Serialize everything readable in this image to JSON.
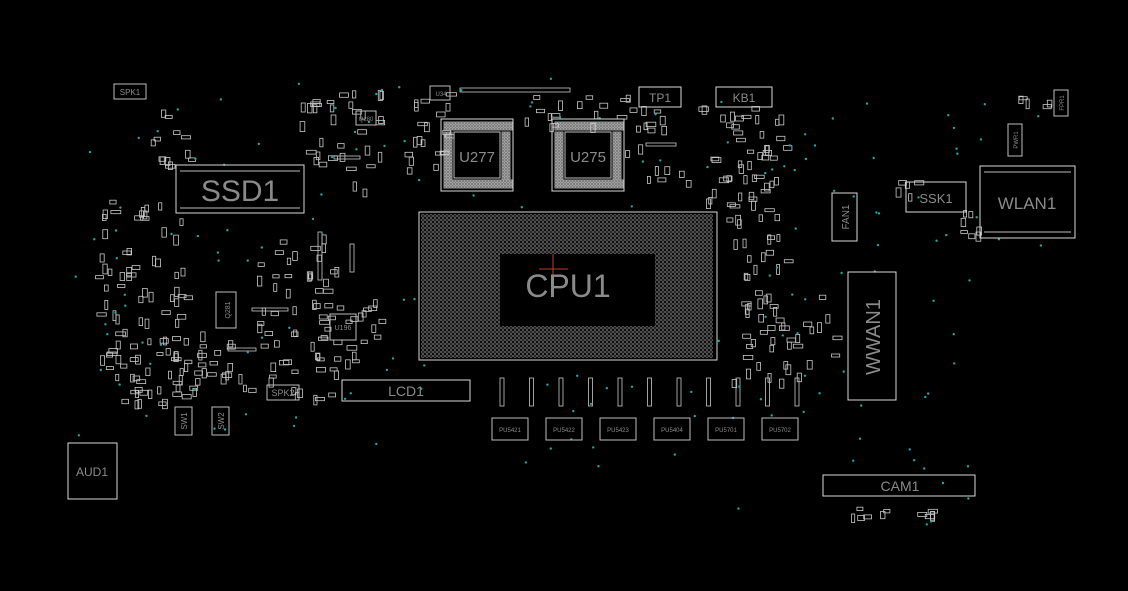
{
  "board": {
    "components": {
      "spk1": "SPK1",
      "ssd1": "SSD1",
      "u277": "U277",
      "u275": "U275",
      "tp1": "TP1",
      "kb1": "KB1",
      "cpu1": "CPU1",
      "fan1": "FAN1",
      "wlan1": "WLAN1",
      "ssk1": "SSK1",
      "wwan1": "WWAN1",
      "lcd1": "LCD1",
      "spk2": "SPK2",
      "sw1": "SW1",
      "sw2": "SW2",
      "aud1": "AUD1",
      "cam1": "CAM1",
      "q281": "Q281",
      "u196": "U196",
      "pwr1": "PWR1",
      "fpr1": "FPR1",
      "u34": "U34",
      "q280": "Q280",
      "pu5421": "PU5421",
      "pu5422": "PU5422",
      "pu5423": "PU5423",
      "pu5404": "PU5404",
      "pu5701": "PU5701",
      "pu5702": "PU5702"
    },
    "colors": {
      "background": "#000000",
      "outline": "#bdbdbd",
      "label": "#8a8a8a",
      "via": "#1aa7a7"
    }
  }
}
